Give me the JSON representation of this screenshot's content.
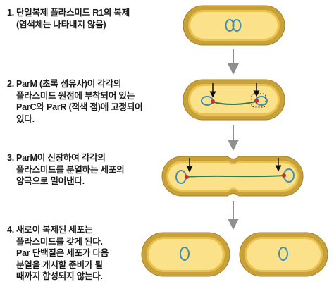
{
  "steps": [
    {
      "number": "1.",
      "lines": [
        "단일복제 플라스미드 R1의 복제",
        "(염색체는 나타내지 않음)"
      ]
    },
    {
      "number": "2.",
      "lines": [
        "ParM (초록 섬유사)이 각각의",
        "플라스미드 원점에 부착되어 있는",
        "ParC와 ParR (적색 점)에 고정되어",
        "있다."
      ]
    },
    {
      "number": "3.",
      "lines": [
        "ParM이 신장하여 각각의",
        "플라스미드를 분열하는 세포의",
        "양극으로 밀어낸다."
      ]
    },
    {
      "number": "4.",
      "lines": [
        "새로이 복제된 세포는",
        "플라스미드를 갖게 된다.",
        "Par 단백질은 세포가 다음",
        "분열을 개시할 준비가 될",
        "때까지 합성되지 않는다."
      ]
    }
  ],
  "colors": {
    "cell_wall": "#c8a13a",
    "cell_inner": "#e9c14b",
    "cytoplasm": "#fbe18a",
    "plasmid": "#3f8fb5",
    "parm_filament": "#2f7d53",
    "parc_parr": "#d32d2d",
    "arrow": "#8f8f8f"
  }
}
